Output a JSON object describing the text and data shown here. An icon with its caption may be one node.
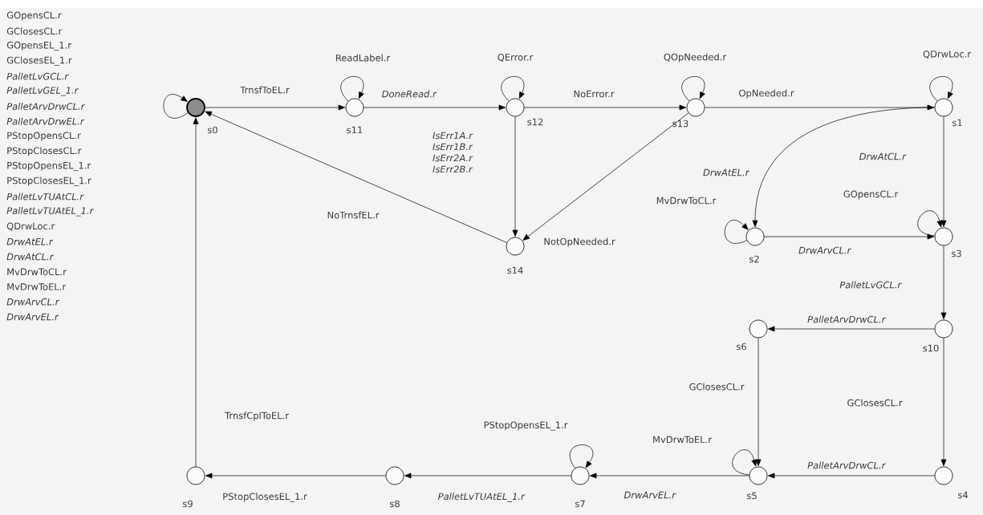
{
  "diagram": {
    "nodes": [
      {
        "text": [],
        "shape": "circle",
        "beside": [
          "s0"
        ]
      },
      {
        "text": [],
        "shape": "circle",
        "beside": [
          "s11"
        ]
      },
      {
        "text": [],
        "shape": "circle",
        "beside": [
          "s12"
        ]
      },
      {
        "text": [],
        "shape": "circle",
        "beside": [
          "s13"
        ]
      },
      {
        "text": [],
        "shape": "circle",
        "beside": [
          "s1"
        ]
      },
      {
        "text": [],
        "shape": "circle",
        "beside": [
          "s14"
        ]
      },
      {
        "text": [],
        "shape": "circle",
        "beside": [
          "s2"
        ]
      },
      {
        "text": [],
        "shape": "circle",
        "beside": [
          "s3"
        ]
      },
      {
        "text": [],
        "shape": "circle",
        "beside": [
          "s10"
        ]
      },
      {
        "text": [],
        "shape": "circle",
        "beside": [
          "s6"
        ]
      },
      {
        "text": [],
        "shape": "circle",
        "beside": [
          "s4"
        ]
      },
      {
        "text": [],
        "shape": "circle",
        "beside": [
          "s5"
        ]
      },
      {
        "text": [],
        "shape": "circle",
        "beside": [
          "s7"
        ]
      },
      {
        "text": [],
        "shape": "circle",
        "beside": [
          "s8"
        ]
      },
      {
        "text": [],
        "shape": "circle",
        "beside": [
          "s9"
        ]
      }
    ],
    "edges": [
      {
        "from": 0,
        "to": 0,
        "arrow": "to"
      },
      {
        "from": 0,
        "to": 1,
        "arrow": "to",
        "label": "TrnsfToEL.r"
      },
      {
        "from": 1,
        "to": 1,
        "arrow": "to",
        "label": "ReadLabel.r"
      },
      {
        "from": 1,
        "to": 2,
        "arrow": "to",
        "label": "*DoneRead.r*"
      },
      {
        "from": 2,
        "to": 2,
        "arrow": "to",
        "label": "QError.r"
      },
      {
        "from": 2,
        "to": 3,
        "arrow": "to",
        "label": "NoError.r"
      },
      {
        "from": 2,
        "to": 5,
        "arrow": "to",
        "label": "*IsErr1A.r IsErr1B.r IsErr2A.r IsErr2B.r*"
      },
      {
        "from": 3,
        "to": 3,
        "arrow": "to",
        "label": "QOpNeeded.r"
      },
      {
        "from": 3,
        "to": 4,
        "arrow": "to",
        "label": "OpNeeded.r"
      },
      {
        "from": 3,
        "to": 5,
        "arrow": "to",
        "label": "NotOpNeeded.r"
      },
      {
        "from": 5,
        "to": 0,
        "arrow": "to",
        "label": "NoTrnsfEL.r"
      },
      {
        "from": 4,
        "to": 4,
        "arrow": "to",
        "label": "QDrwLoc.r"
      },
      {
        "from": 4,
        "to": 6,
        "arrow": "to",
        "label": "*DrwAtEL.r*"
      },
      {
        "from": 4,
        "to": 7,
        "arrow": "to",
        "label": "*DrwAtCL.r*"
      },
      {
        "from": 6,
        "to": 6,
        "arrow": "to",
        "label": "MvDrwToCL.r"
      },
      {
        "from": 6,
        "to": 7,
        "arrow": "to",
        "label": "*DrwArvCL.r*"
      },
      {
        "from": 7,
        "to": 7,
        "arrow": "to",
        "label": "GOpensCL.r"
      },
      {
        "from": 7,
        "to": 8,
        "arrow": "to",
        "label": "*PalletLvGCL.r*"
      },
      {
        "from": 8,
        "to": 9,
        "arrow": "to",
        "label": "*PalletArvDrwCL.r*"
      },
      {
        "from": 8,
        "to": 10,
        "arrow": "to",
        "label": "GClosesCL.r"
      },
      {
        "from": 9,
        "to": 11,
        "arrow": "to",
        "label": "GClosesCL.r"
      },
      {
        "from": 10,
        "to": 11,
        "arrow": "to",
        "label": "*PalletArvDrwCL.r*"
      },
      {
        "from": 11,
        "to": 11,
        "arrow": "to",
        "label": "MvDrwToEL.r"
      },
      {
        "from": 11,
        "to": 12,
        "arrow": "to",
        "label": "*DrwArvEL.r*"
      },
      {
        "from": 12,
        "to": 12,
        "arrow": "to",
        "label": "PStopOpensEL_1.r"
      },
      {
        "from": 12,
        "to": 13,
        "arrow": "to",
        "label": "*PalletLvTUAtEL_1.r*"
      },
      {
        "from": 13,
        "to": 14,
        "arrow": "to",
        "label": "PStopClosesEL_1.r"
      },
      {
        "from": 14,
        "to": 0,
        "arrow": "to",
        "label": "TrnsfCplToEL.r"
      }
    ],
    "labels": [
      "GOpensCL.r",
      "GClosesCL.r",
      "GOpensEL_1.r",
      "GClosesEL_1.r",
      "*PalletLvGCL.r*",
      "*PalletLvGEL_1.r*",
      "*PalletArvDrwCL.r*",
      "*PalletArvDrwEL.r*",
      "PStopOpensCL.r",
      "PStopClosesCL.r",
      "PStopOpensEL_1.r",
      "PStopClosesEL_1.r",
      "*PalletLvTUAtCL.r*",
      "*PalletLvTUAtEL_1.r*",
      "QDrwLoc.r",
      "*DrwAtEL.r*",
      "*DrwAtCL.r*",
      "MvDrwToCL.r",
      "MvDrwToEL.r",
      "*DrwArvCL.r*",
      "*DrwArvEL.r*"
    ]
  }
}
